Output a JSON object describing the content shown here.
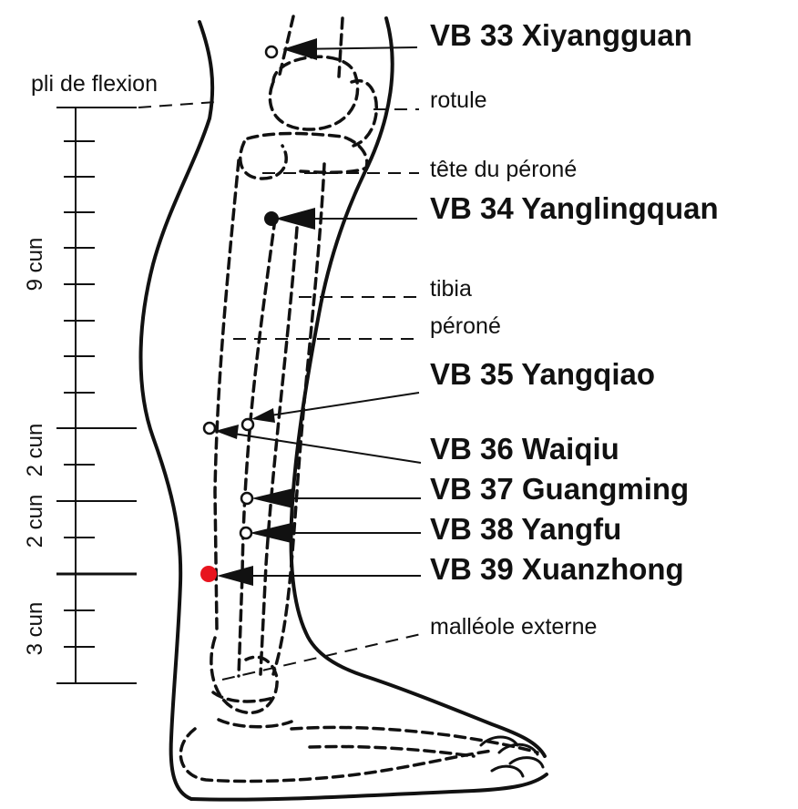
{
  "points": [
    {
      "code": "VB 33",
      "name": "Xiyangguan",
      "marker": "hollow"
    },
    {
      "code": "VB 34",
      "name": "Yanglingquan",
      "marker": "filled"
    },
    {
      "code": "VB 35",
      "name": "Yangqiao",
      "marker": "hollow"
    },
    {
      "code": "VB 36",
      "name": "Waiqiu",
      "marker": "hollow"
    },
    {
      "code": "VB 37",
      "name": "Guangming",
      "marker": "hollow"
    },
    {
      "code": "VB 38",
      "name": "Yangfu",
      "marker": "hollow"
    },
    {
      "code": "VB 39",
      "name": "Xuanzhong",
      "marker": "highlighted",
      "color": "#e8141e"
    }
  ],
  "anatomy": {
    "rotule": "rotule",
    "tete_perone": "tête du péroné",
    "tibia": "tibia",
    "perone": "péroné",
    "malleole": "malléole externe"
  },
  "scale": {
    "flexion_label": "pli de flexion",
    "segments": [
      {
        "label": "9 cun"
      },
      {
        "label": "2 cun"
      },
      {
        "label": "2 cun"
      },
      {
        "label": "3 cun"
      }
    ]
  },
  "colors": {
    "ink": "#111111",
    "highlight": "#e8141e"
  }
}
